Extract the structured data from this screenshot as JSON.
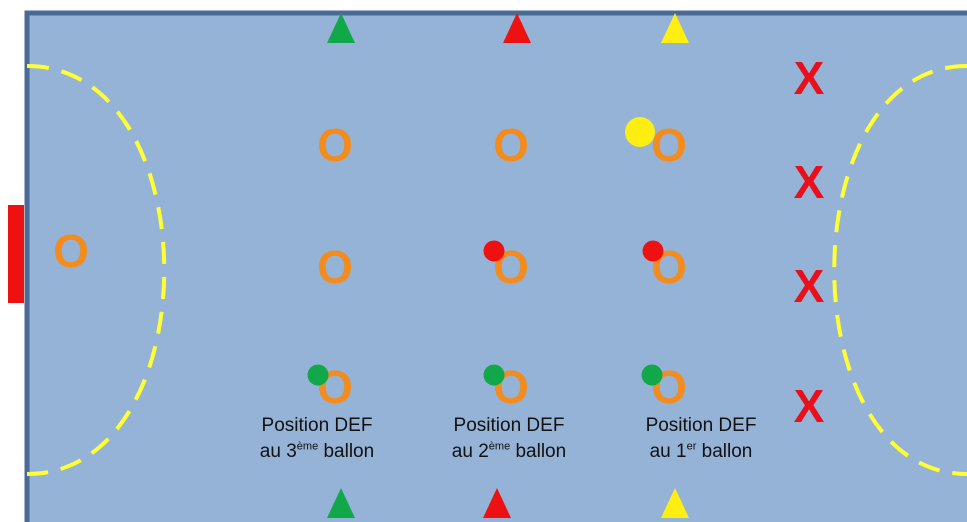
{
  "court": {
    "background": "#95b3d7",
    "border_color": "#4a6a96",
    "zone_line_color": "#ffff33",
    "goal_color": "#ee1111"
  },
  "colors": {
    "green": "#11a84a",
    "red": "#ee1111",
    "yellow": "#ffee11",
    "attacker": "#f28c1e",
    "defender": "#e8101a"
  },
  "symbols": {
    "attacker": "O",
    "defender": "X"
  },
  "captions": [
    {
      "line1": "Position DEF",
      "prefix": "au 3",
      "sup": "ème",
      "suffix": " ballon"
    },
    {
      "line1": "Position DEF",
      "prefix": "au 2",
      "sup": "ème",
      "suffix": " ballon"
    },
    {
      "line1": "Position DEF",
      "prefix": "au 1",
      "sup": "er",
      "suffix": " ballon"
    }
  ]
}
